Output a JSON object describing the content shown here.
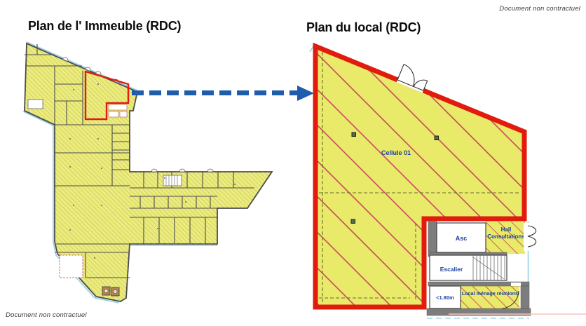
{
  "document": {
    "note_top_right": "Document non contractuel",
    "note_bottom_left": "Document non contractuel"
  },
  "building_plan": {
    "title": "Plan de l' Immeuble (RDC)"
  },
  "local_plan": {
    "title": "Plan du local (RDC)",
    "labels": {
      "cell": "Cellule 01",
      "elevator": "Asc",
      "hall_line1": "Hall",
      "hall_line2": "Consultations",
      "stairs": "Escalier",
      "clearance": "<1.80m",
      "cleaning_room": "Local ménage réunions"
    }
  },
  "colors": {
    "plan_yellow": "#ecec7a",
    "outline_red": "#e11b0e",
    "hatch_red": "#c84b5c",
    "hatch_olive": "#b5b168",
    "arrow_blue": "#1f5cad",
    "label_blue": "#1a3f9e",
    "wall_gray": "#7d7d7d",
    "edge_cyan": "#92cfe4"
  }
}
